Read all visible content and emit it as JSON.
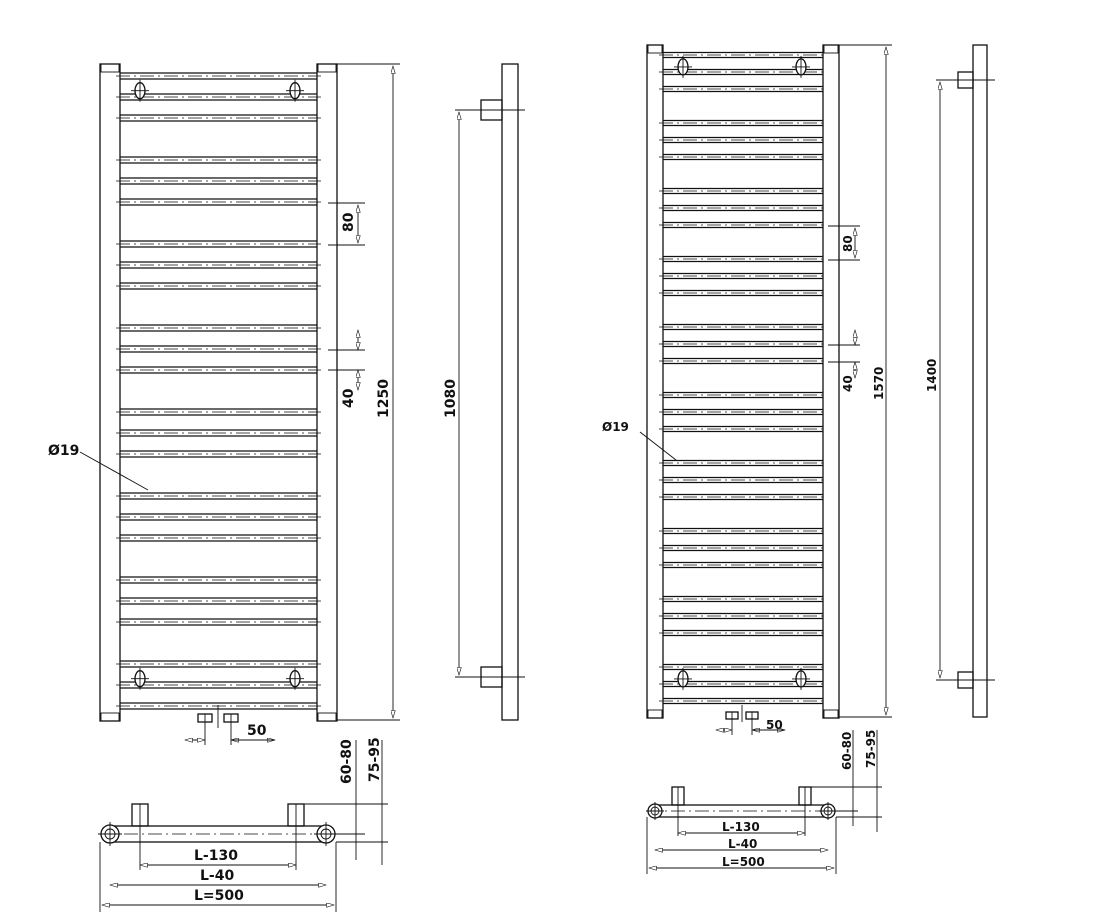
{
  "left_drawing": {
    "height_label": "1250",
    "spacing_label": "80",
    "gap_label": "40",
    "mount_label": "1080",
    "tube_label": "Ø19",
    "valve_spacing_label": "50",
    "depth_min_label": "60-80",
    "depth_max_label": "75-95",
    "width_inner_label": "L-130",
    "width_axis_label": "L-40",
    "width_total_label": "L=500"
  },
  "right_drawing": {
    "height_label": "1570",
    "spacing_label": "80",
    "gap_label": "40",
    "mount_label": "1400",
    "tube_label": "Ø19",
    "valve_spacing_label": "50",
    "depth_min_label": "60-80",
    "depth_max_label": "75-95",
    "width_inner_label": "L-130",
    "width_axis_label": "L-40",
    "width_total_label": "L=500"
  }
}
